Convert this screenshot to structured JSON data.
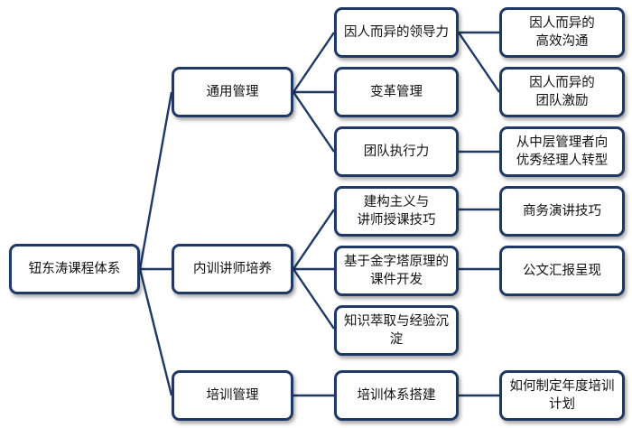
{
  "colors": {
    "node_border": "#1f3864",
    "connector": "#1f3864",
    "node_fill": "#ffffff"
  },
  "root": {
    "label": "钮东涛课程体系"
  },
  "branches": [
    {
      "label": "通用管理",
      "topics": [
        {
          "label": "因人而异的领导力",
          "outcomes": [
            "因人而异的\n高效沟通",
            "因人而异的\n团队激励"
          ]
        },
        {
          "label": "变革管理",
          "outcomes": []
        },
        {
          "label": "团队执行力",
          "outcomes": [
            "从中层管理者向\n优秀经理人转型"
          ]
        }
      ]
    },
    {
      "label": "内训讲师培养",
      "topics": [
        {
          "label": "建构主义与\n讲师授课技巧",
          "outcomes": [
            "商务演讲技巧"
          ]
        },
        {
          "label": "基于金字塔原理的\n课件开发",
          "outcomes": [
            "公文汇报呈现"
          ]
        },
        {
          "label": "知识萃取与经验沉\n淀",
          "outcomes": []
        }
      ]
    },
    {
      "label": "培训管理",
      "topics": [
        {
          "label": "培训体系搭建",
          "outcomes": [
            "如何制定年度培训\n计划"
          ]
        }
      ]
    }
  ]
}
